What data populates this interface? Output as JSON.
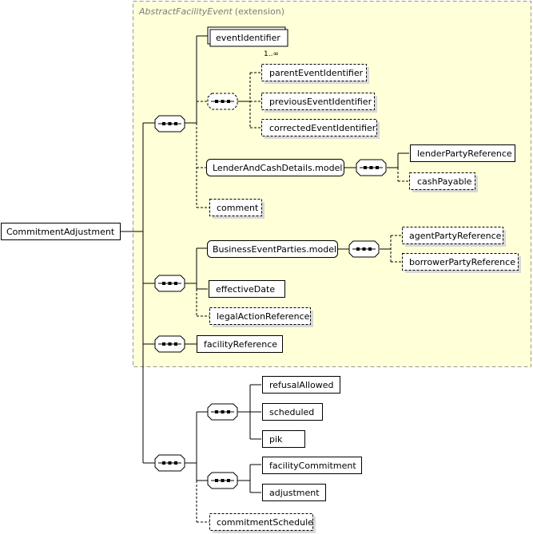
{
  "extension": {
    "base": "AbstractFacilityEvent",
    "suffix": "(extension)"
  },
  "root": {
    "label": "CommitmentAdjustment"
  },
  "elements": {
    "eventIdentifier": "eventIdentifier",
    "eventIdentifierMultiplicity": "1..∞",
    "parentEventIdentifier": "parentEventIdentifier",
    "previousEventIdentifier": "previousEventIdentifier",
    "correctedEventIdentifier": "correctedEventIdentifier",
    "lenderAndCashModel": "LenderAndCashDetails.model",
    "lenderPartyReference": "lenderPartyReference",
    "cashPayable": "cashPayable",
    "comment": "comment",
    "businessEventPartiesModel": "BusinessEventParties.model",
    "agentPartyReference": "agentPartyReference",
    "borrowerPartyReference": "borrowerPartyReference",
    "effectiveDate": "effectiveDate",
    "legalActionReference": "legalActionReference",
    "facilityReference": "facilityReference",
    "refusalAllowed": "refusalAllowed",
    "scheduled": "scheduled",
    "pik": "pik",
    "facilityCommitment": "facilityCommitment",
    "adjustment": "adjustment",
    "commitmentSchedule": "commitmentSchedule"
  },
  "colors": {
    "extensionFill": "#ffffd8",
    "extensionBorder": "#999999",
    "boxFill": "#ffffff",
    "line": "#000000"
  }
}
